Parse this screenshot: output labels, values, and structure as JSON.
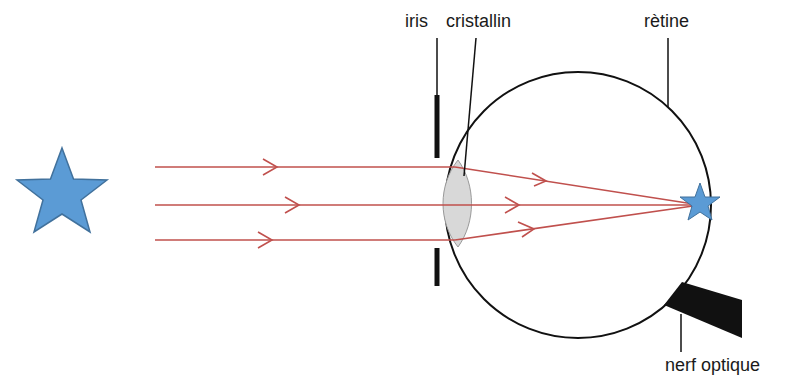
{
  "diagram": {
    "labels": [
      "iris",
      "cristallin",
      "rètine",
      "nerf optique"
    ]
  }
}
